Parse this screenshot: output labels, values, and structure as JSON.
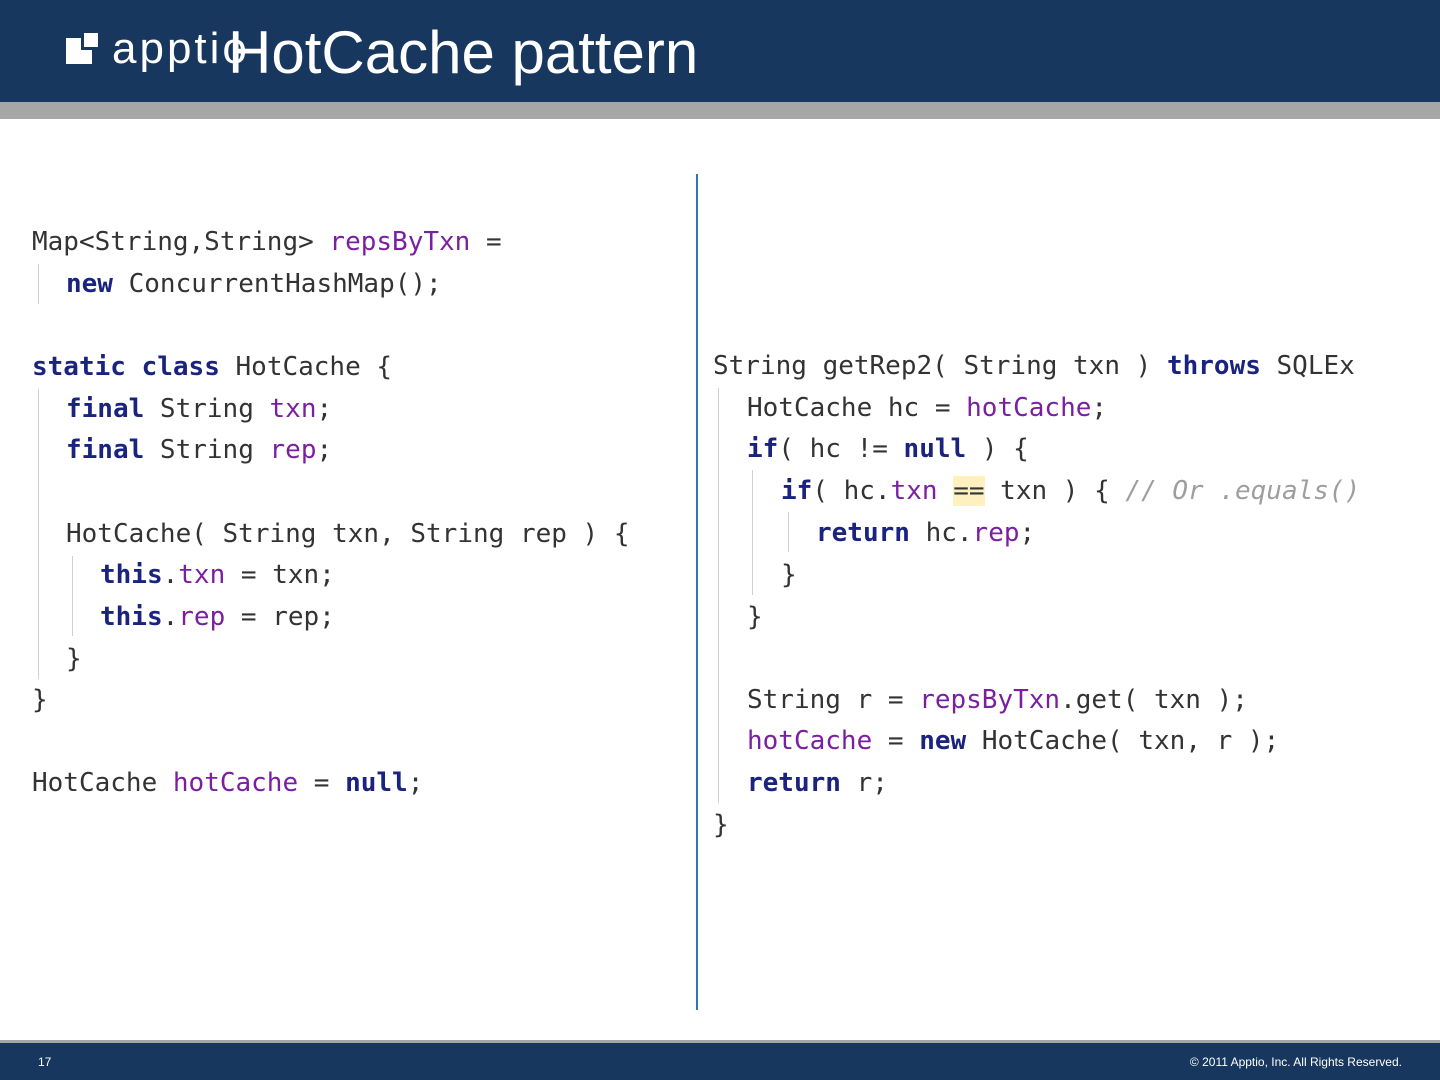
{
  "header": {
    "logo_text": "apptio",
    "title": "HotCache pattern"
  },
  "left_code": {
    "l1": {
      "t1": "Map<String,String> ",
      "t2": "repsByTxn",
      "t3": " ="
    },
    "l2": {
      "t1": "new",
      "t2": " ConcurrentHashMap();"
    },
    "l3": {
      "t1": "static",
      "t2": " ",
      "t3": "class",
      "t4": " HotCache {"
    },
    "l4": {
      "t1": "final",
      "t2": " String ",
      "t3": "txn",
      "t4": ";"
    },
    "l5": {
      "t1": "final",
      "t2": " String ",
      "t3": "rep",
      "t4": ";"
    },
    "l6": {
      "t1": "HotCache( String txn, String rep ) {"
    },
    "l7": {
      "t1": "this",
      "t2": ".",
      "t3": "txn",
      "t4": " = txn;"
    },
    "l8": {
      "t1": "this",
      "t2": ".",
      "t3": "rep",
      "t4": " = rep;"
    },
    "l9": {
      "t1": "}"
    },
    "l10": {
      "t1": "}"
    },
    "l11": {
      "t1": "HotCache ",
      "t2": "hotCache",
      "t3": " = ",
      "t4": "null",
      "t5": ";"
    }
  },
  "right_code": {
    "r1": {
      "t1": "String getRep2( String txn ) ",
      "t2": "throws",
      "t3": " SQLEx"
    },
    "r2": {
      "t1": "HotCache hc = ",
      "t2": "hotCache",
      "t3": ";"
    },
    "r3": {
      "t1": "if",
      "t2": "( hc != ",
      "t3": "null",
      "t4": " ) {"
    },
    "r4": {
      "t1": "if",
      "t2": "( hc.",
      "t3": "txn",
      "t4": " ",
      "t5": "==",
      "t6": " txn ) { ",
      "t7": "// Or .equals()"
    },
    "r5": {
      "t1": "return",
      "t2": " hc.",
      "t3": "rep",
      "t4": ";"
    },
    "r6": {
      "t1": "}"
    },
    "r7": {
      "t1": "}"
    },
    "r8": {
      "t1": "String r = ",
      "t2": "repsByTxn",
      "t3": ".get( txn );"
    },
    "r9": {
      "t1": "hotCache",
      "t2": " = ",
      "t3": "new",
      "t4": " HotCache( txn, r );"
    },
    "r10": {
      "t1": "return",
      "t2": " r;"
    },
    "r11": {
      "t1": "}"
    }
  },
  "footer": {
    "page_number": "17",
    "copyright": "© 2011 Apptio, Inc. All Rights Reserved."
  },
  "colors": {
    "header_bg": "#17375e",
    "header_bar": "#a6a6a6",
    "keyword": "#1a237e",
    "field": "#7b1fa2",
    "comment": "#9e9e9e",
    "divider": "#2e75b6"
  }
}
